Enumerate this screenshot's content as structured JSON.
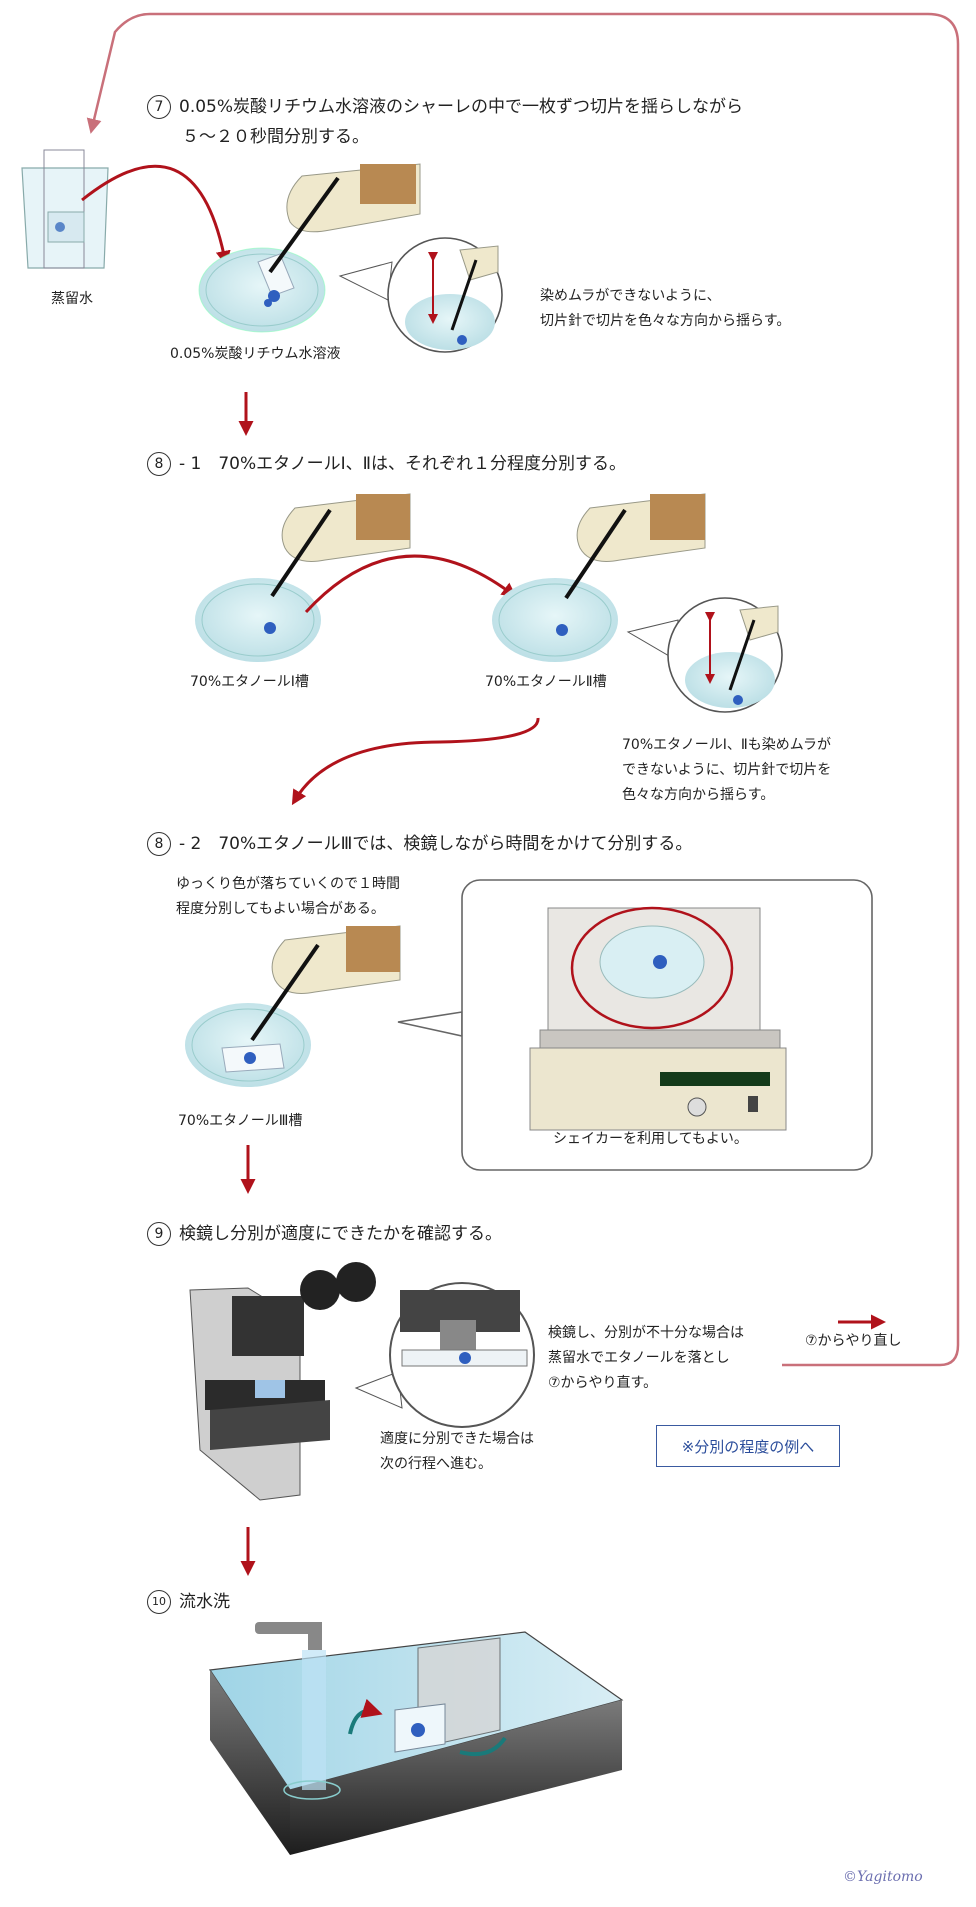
{
  "steps": {
    "s7": {
      "num": "7",
      "text1": "0.05%炭酸リチウム水溶液のシャーレの中で一枚ずつ切片を揺らしながら",
      "text2": "５～２０秒間分別する。"
    },
    "s8_1": {
      "num": "8",
      "text": "- 1　70%エタノールⅠ、Ⅱは、それぞれ１分程度分別する。"
    },
    "s8_2": {
      "num": "8",
      "text": "- 2　70%エタノールⅢでは、検鏡しながら時間をかけて分別する。"
    },
    "s9": {
      "num": "9",
      "text": "検鏡し分別が適度にできたかを確認する。"
    },
    "s10": {
      "num": "10",
      "text": "流水洗"
    }
  },
  "labels": {
    "distilled_water": "蒸留水",
    "lithium_solution": "0.05%炭酸リチウム水溶液",
    "ethanol_1": "70%エタノールⅠ槽",
    "ethanol_2": "70%エタノールⅡ槽",
    "ethanol_3": "70%エタノールⅢ槽",
    "shaker": "シェイカーを利用してもよい。",
    "redo": "⑦からやり直し"
  },
  "notes": {
    "s7_line1": "染めムラができないように、",
    "s7_line2": "切片針で切片を色々な方向から揺らす。",
    "s8_1_line1": "70%エタノールⅠ、Ⅱも染めムラが",
    "s8_1_line2": "できないように、切片針で切片を",
    "s8_1_line3": "色々な方向から揺らす。",
    "s8_2_line1": "ゆっくり色が落ちていくので１時間",
    "s8_2_line2": "程度分別してもよい場合がある。",
    "s9_insuff_1": "検鏡し、分別が不十分な場合は",
    "s9_insuff_2": "蒸留水でエタノールを落とし",
    "s9_insuff_3": "⑦からやり直す。",
    "s9_ok_1": "適度に分別できた場合は",
    "s9_ok_2": "次の行程へ進む。"
  },
  "link": {
    "label": "※分別の程度の例へ"
  },
  "signature": "©Yagitomo",
  "colors": {
    "arrow": "#b0121b",
    "loop": "#c9707a",
    "solution": "#cfe9ee",
    "stain": "#2f5fbf",
    "glove": "#efe8cc"
  }
}
